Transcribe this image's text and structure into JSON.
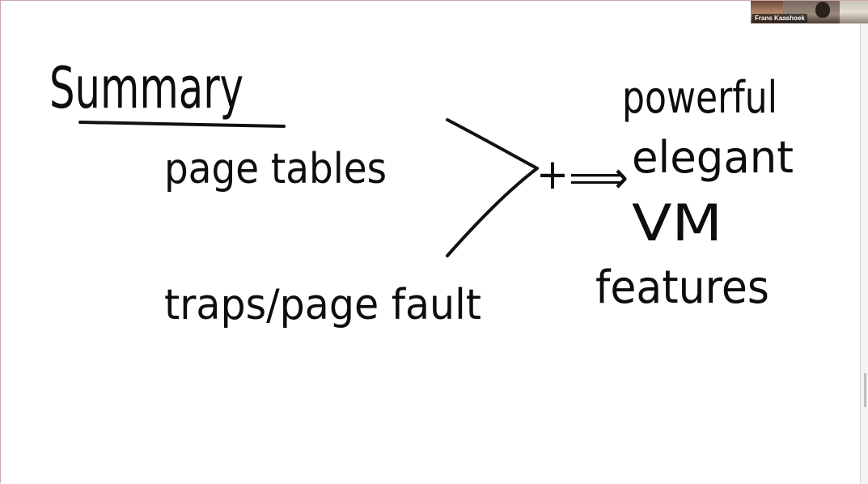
{
  "meeting": {
    "participant_name": "Frans Kaashoek"
  },
  "whiteboard": {
    "title": "Summary",
    "left_items": [
      "page tables",
      "traps/page fault"
    ],
    "combine_symbol": "+",
    "implies_symbol": "⟹",
    "result_words": [
      "powerful",
      "elegant",
      "VM",
      "features"
    ]
  },
  "colors": {
    "ink": "#111111",
    "board": "#ffffff",
    "frame_border": "#c9a8a8"
  }
}
